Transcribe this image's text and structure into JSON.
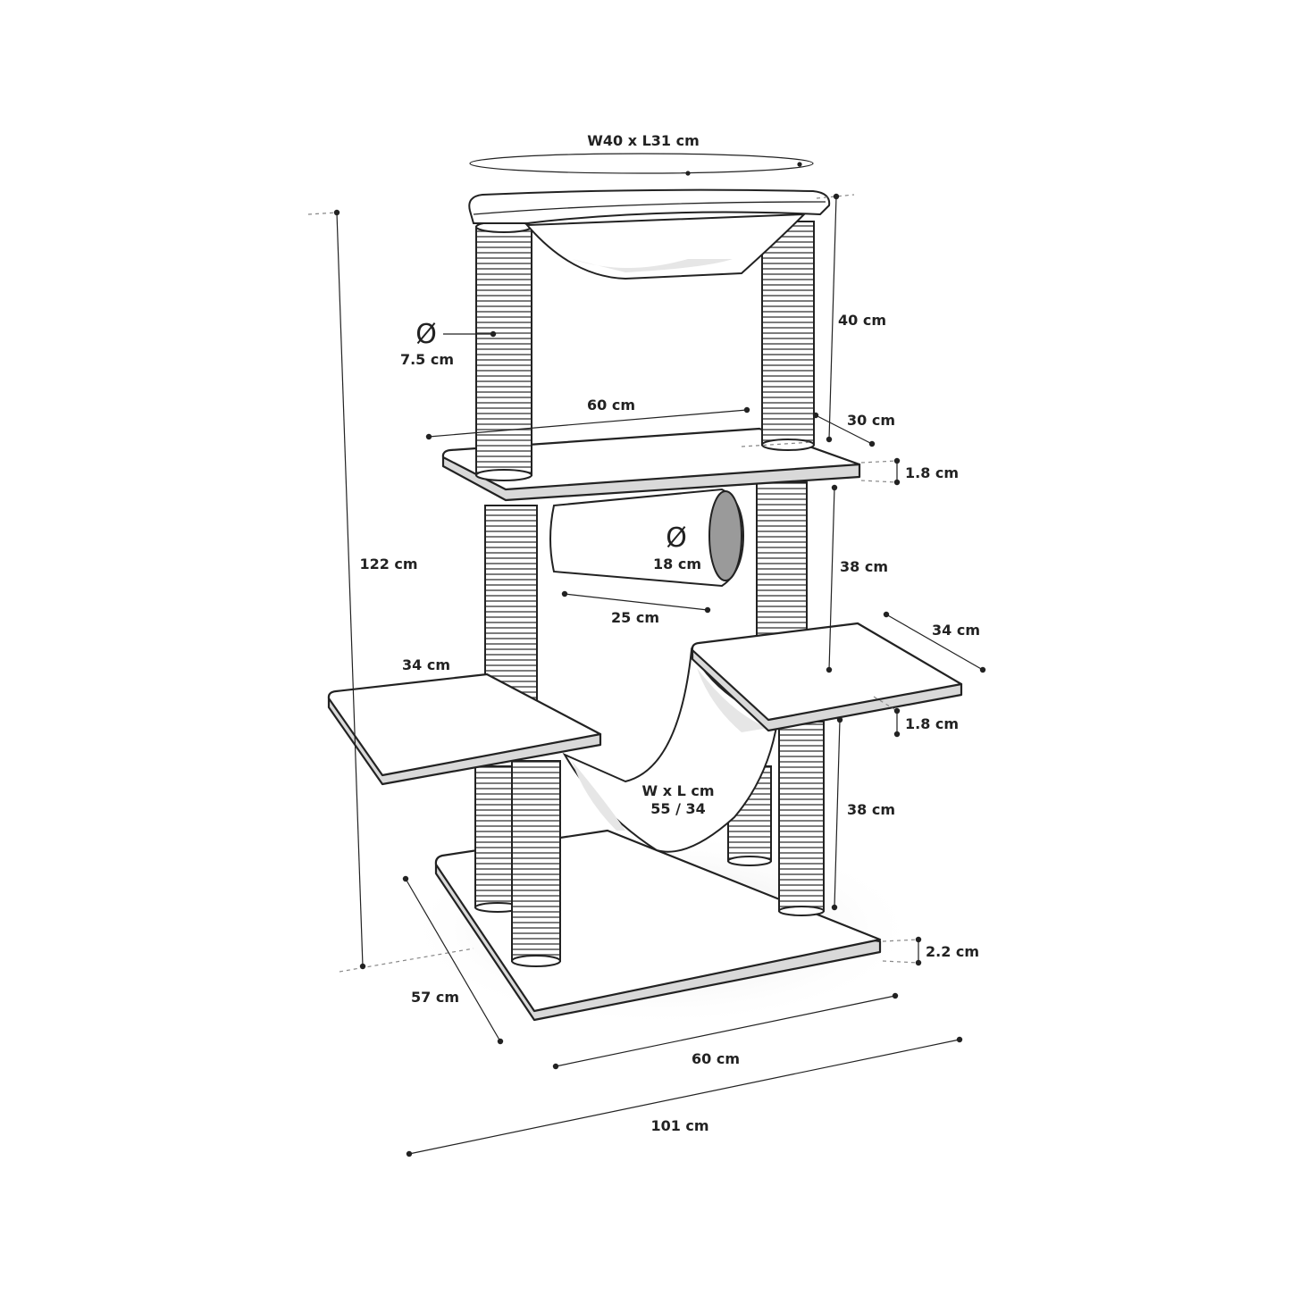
{
  "colors": {
    "line": "#222222",
    "platform_fill": "#ffffff",
    "platform_edge": "#d9d9d9",
    "post_stripe": "#444444",
    "shadow": "#e6e6e6",
    "tunnel_inside": "#9a9a9a"
  },
  "labels": {
    "top_basket": "W40 x L31 cm",
    "post_diameter_symbol": "Ø",
    "post_diameter": "7.5 cm",
    "upper_width": "60 cm",
    "upper_height": "40 cm",
    "upper_depth": "30 cm",
    "upper_thickness": "1.8 cm",
    "tunnel_diameter_symbol": "Ø",
    "tunnel_diameter": "18 cm",
    "tunnel_length": "25 cm",
    "mid_height": "38 cm",
    "right_platform": "34 cm",
    "right_thickness": "1.8 cm",
    "left_platform": "34 cm",
    "hammock_title": "W x L cm",
    "hammock_size": "55 / 34",
    "lower_height": "38 cm",
    "total_height": "122 cm",
    "base_thickness": "2.2 cm",
    "base_depth": "57 cm",
    "base_width": "60 cm",
    "total_width": "101 cm"
  }
}
